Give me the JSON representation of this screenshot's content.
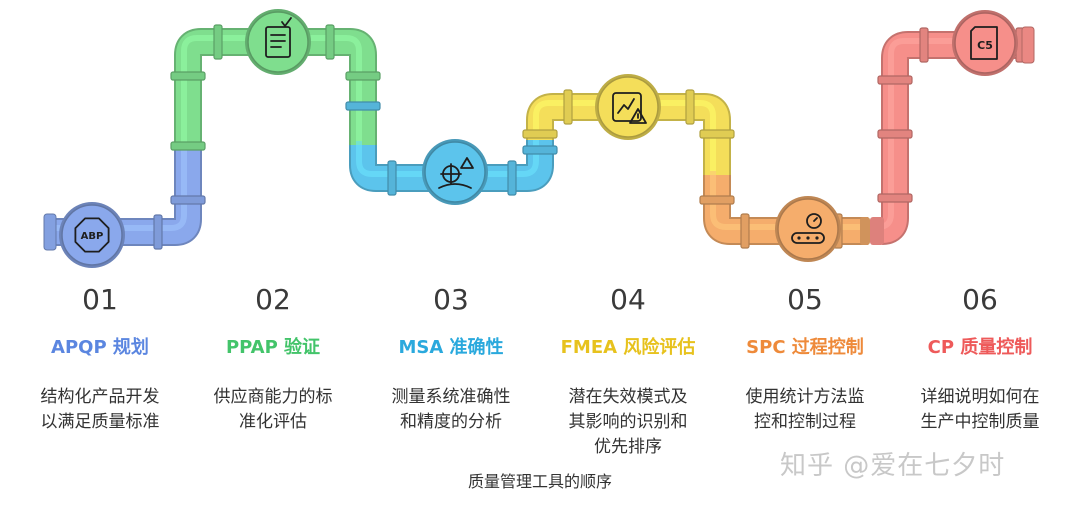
{
  "steps": [
    {
      "number": "01",
      "title": "APQP 规划",
      "desc": "结构化产品开发\n以满足质量标准",
      "color": "#5b86e0",
      "pipe": "#8aa8ec",
      "icon": "abp-octagon-icon",
      "icon_text": "ABP"
    },
    {
      "number": "02",
      "title": "PPAP 验证",
      "desc": "供应商能力的标\n准化评估",
      "color": "#43c46a",
      "pipe": "#7fde8e",
      "icon": "document-check-icon",
      "icon_text": ""
    },
    {
      "number": "03",
      "title": "MSA 准确性",
      "desc": "测量系统准确性\n和精度的分析",
      "color": "#2aa9dd",
      "pipe": "#5cc4ec",
      "icon": "measurement-target-icon",
      "icon_text": ""
    },
    {
      "number": "04",
      "title": "FMEA 风险评估",
      "desc": "潜在失效模式及\n其影响的识别和\n优先排序",
      "color": "#e7c21d",
      "pipe": "#f4de5a",
      "icon": "risk-chart-warning-icon",
      "icon_text": ""
    },
    {
      "number": "05",
      "title": "SPC 过程控制",
      "desc": "使用统计方法监\n控和控制过程",
      "color": "#ee8a3a",
      "pipe": "#f5ad6c",
      "icon": "conveyor-gauge-icon",
      "icon_text": ""
    },
    {
      "number": "06",
      "title": "CP 质量控制",
      "desc": "详细说明如何在\n生产中控制质量",
      "color": "#ee5a5a",
      "pipe": "#f68f8a",
      "icon": "document-c5-icon",
      "icon_text": "C5"
    }
  ],
  "caption": "质量管理工具的顺序",
  "watermark": "知乎 @爱在七夕时"
}
